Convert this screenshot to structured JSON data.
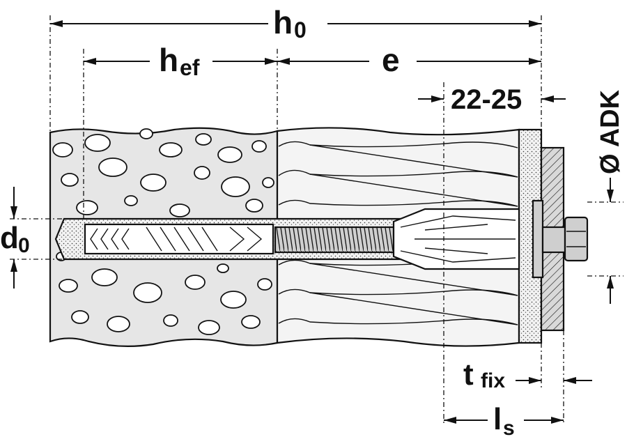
{
  "labels": {
    "h0_main": "h",
    "h0_sub": "0",
    "hef_main": "h",
    "hef_sub": "ef",
    "e": "e",
    "range": "22-25",
    "adk": "Ø ADK",
    "d0_main": "d",
    "d0_sub": "0",
    "tfix_main": "t",
    "tfix_sub": "fix",
    "ls_main": "l",
    "ls_sub": "s"
  },
  "colors": {
    "ink": "#111111",
    "paper": "#ffffff",
    "concrete": "#e6e6e6",
    "insulation": "#f4f4f4",
    "plate": "#d9d9d9",
    "bolt": "#cfcfcf"
  }
}
